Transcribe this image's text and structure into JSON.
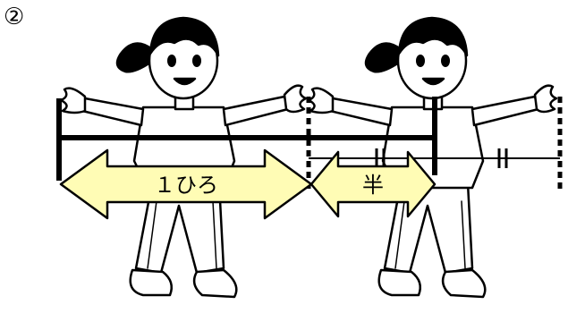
{
  "marker": "②",
  "labels": {
    "one_hiro": "１ひろ",
    "half": "半"
  },
  "colors": {
    "arrow_fill": "#fffcb5",
    "line": "#000000",
    "skin": "#ffffff"
  }
}
